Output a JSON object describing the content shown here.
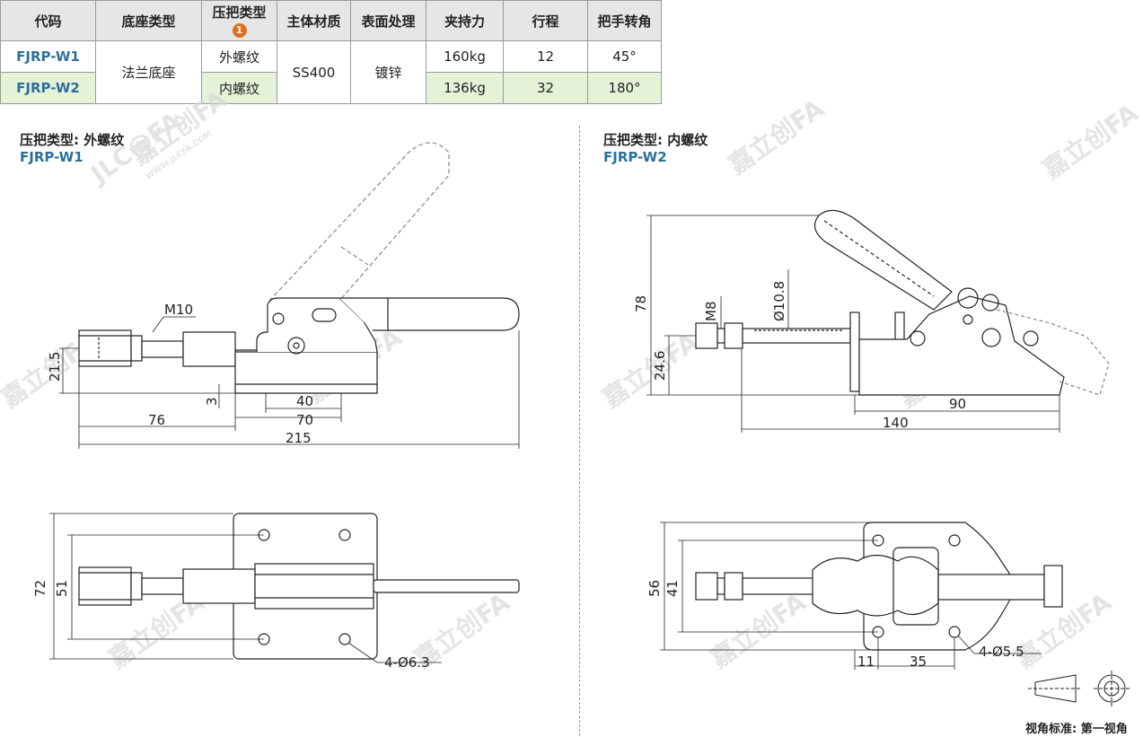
{
  "table": {
    "headers": [
      "代码",
      "底座类型",
      "压把类型",
      "主体材质",
      "表面处理",
      "夹持力",
      "行程",
      "把手转角"
    ],
    "header_note": "1",
    "rows": [
      {
        "code": "FJRP-W1",
        "base": "法兰底座",
        "handle": "外螺纹",
        "material": "SS400",
        "finish": "镀锌",
        "force": "160kg",
        "stroke": "12",
        "angle": "45°"
      },
      {
        "code": "FJRP-W2",
        "base": "法兰底座",
        "handle": "内螺纹",
        "material": "SS400",
        "finish": "镀锌",
        "force": "136kg",
        "stroke": "32",
        "angle": "180°"
      }
    ]
  },
  "left": {
    "title": "压把类型: 外螺纹",
    "code": "FJRP-W1",
    "dims": {
      "thread": "M10",
      "h215": "21.5",
      "h3": "3",
      "d40": "40",
      "d70": "70",
      "d76": "76",
      "d215": "215",
      "d72": "72",
      "d51": "51",
      "hole": "4-Ø6.3"
    }
  },
  "right": {
    "title": "压把类型: 内螺纹",
    "code": "FJRP-W2",
    "dims": {
      "h78": "78",
      "thread": "M8",
      "dia": "Ø10.8",
      "h246": "24.6",
      "d90": "90",
      "d140": "140",
      "d56": "56",
      "d41": "41",
      "d11": "11",
      "d35": "35",
      "hole": "4-Ø5.5"
    }
  },
  "footer": {
    "view_standard": "视角标准: 第一视角"
  },
  "watermark": {
    "brand": "JLC@FA",
    "cn": "嘉立创FA",
    "url": "WWW.JLCFA.COM"
  }
}
